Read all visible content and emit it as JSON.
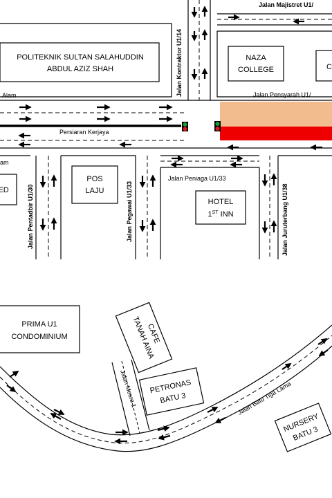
{
  "roads": {
    "majistret": "Jalan Majistret U1/",
    "alam_top": "Alam",
    "kontraktor": "Jalan Kontraktor U1/14",
    "pensyarah": "Jalan Pensyarah U1/",
    "kerjaya": "Persiaran Kerjaya",
    "alam_left": "am",
    "peniaga": "Jalan Peniaga U1/33",
    "pentadbir": "Jalan Pentadbir U1/30",
    "pegawai": "Jalan Pegawai U1/33",
    "juruterbang": "Jalan Juruterbang U1/38",
    "mesra": "Jalan Mesra 1",
    "batu_tiga_lama": "Jalan Batu Tiga Lama"
  },
  "buildings": {
    "politeknik_line1": "POLITEKNIK SULTAN SALAHUDDIN",
    "politeknik_line2": "ABDUL AZIZ SHAH",
    "naza_line1": "NAZA",
    "naza_line2": "COLLEGE",
    "c_partial": "C",
    "ed_partial": "ED",
    "pos_line1": "POS",
    "pos_line2": "LAJU",
    "hotel_line1": "HOTEL",
    "hotel_line2_num": "1",
    "hotel_line2_sup": "ST",
    "hotel_line2_rest": " INN",
    "prima_line1": "PRIMA U1",
    "prima_line2": "CONDOMINIUM",
    "tanah_line1": "TANAH AINA",
    "tanah_line2": "CAFE",
    "petronas_line1": "PETRONAS",
    "petronas_line2": "BATU 3",
    "nursery_line1": "NURSERY",
    "nursery_line2": "BATU 3"
  },
  "colors": {
    "highlight_orange": "#f2bc8e",
    "highlight_red": "#ee0000",
    "signal_green": "#1a9e3a",
    "signal_red": "#d61f1f"
  }
}
